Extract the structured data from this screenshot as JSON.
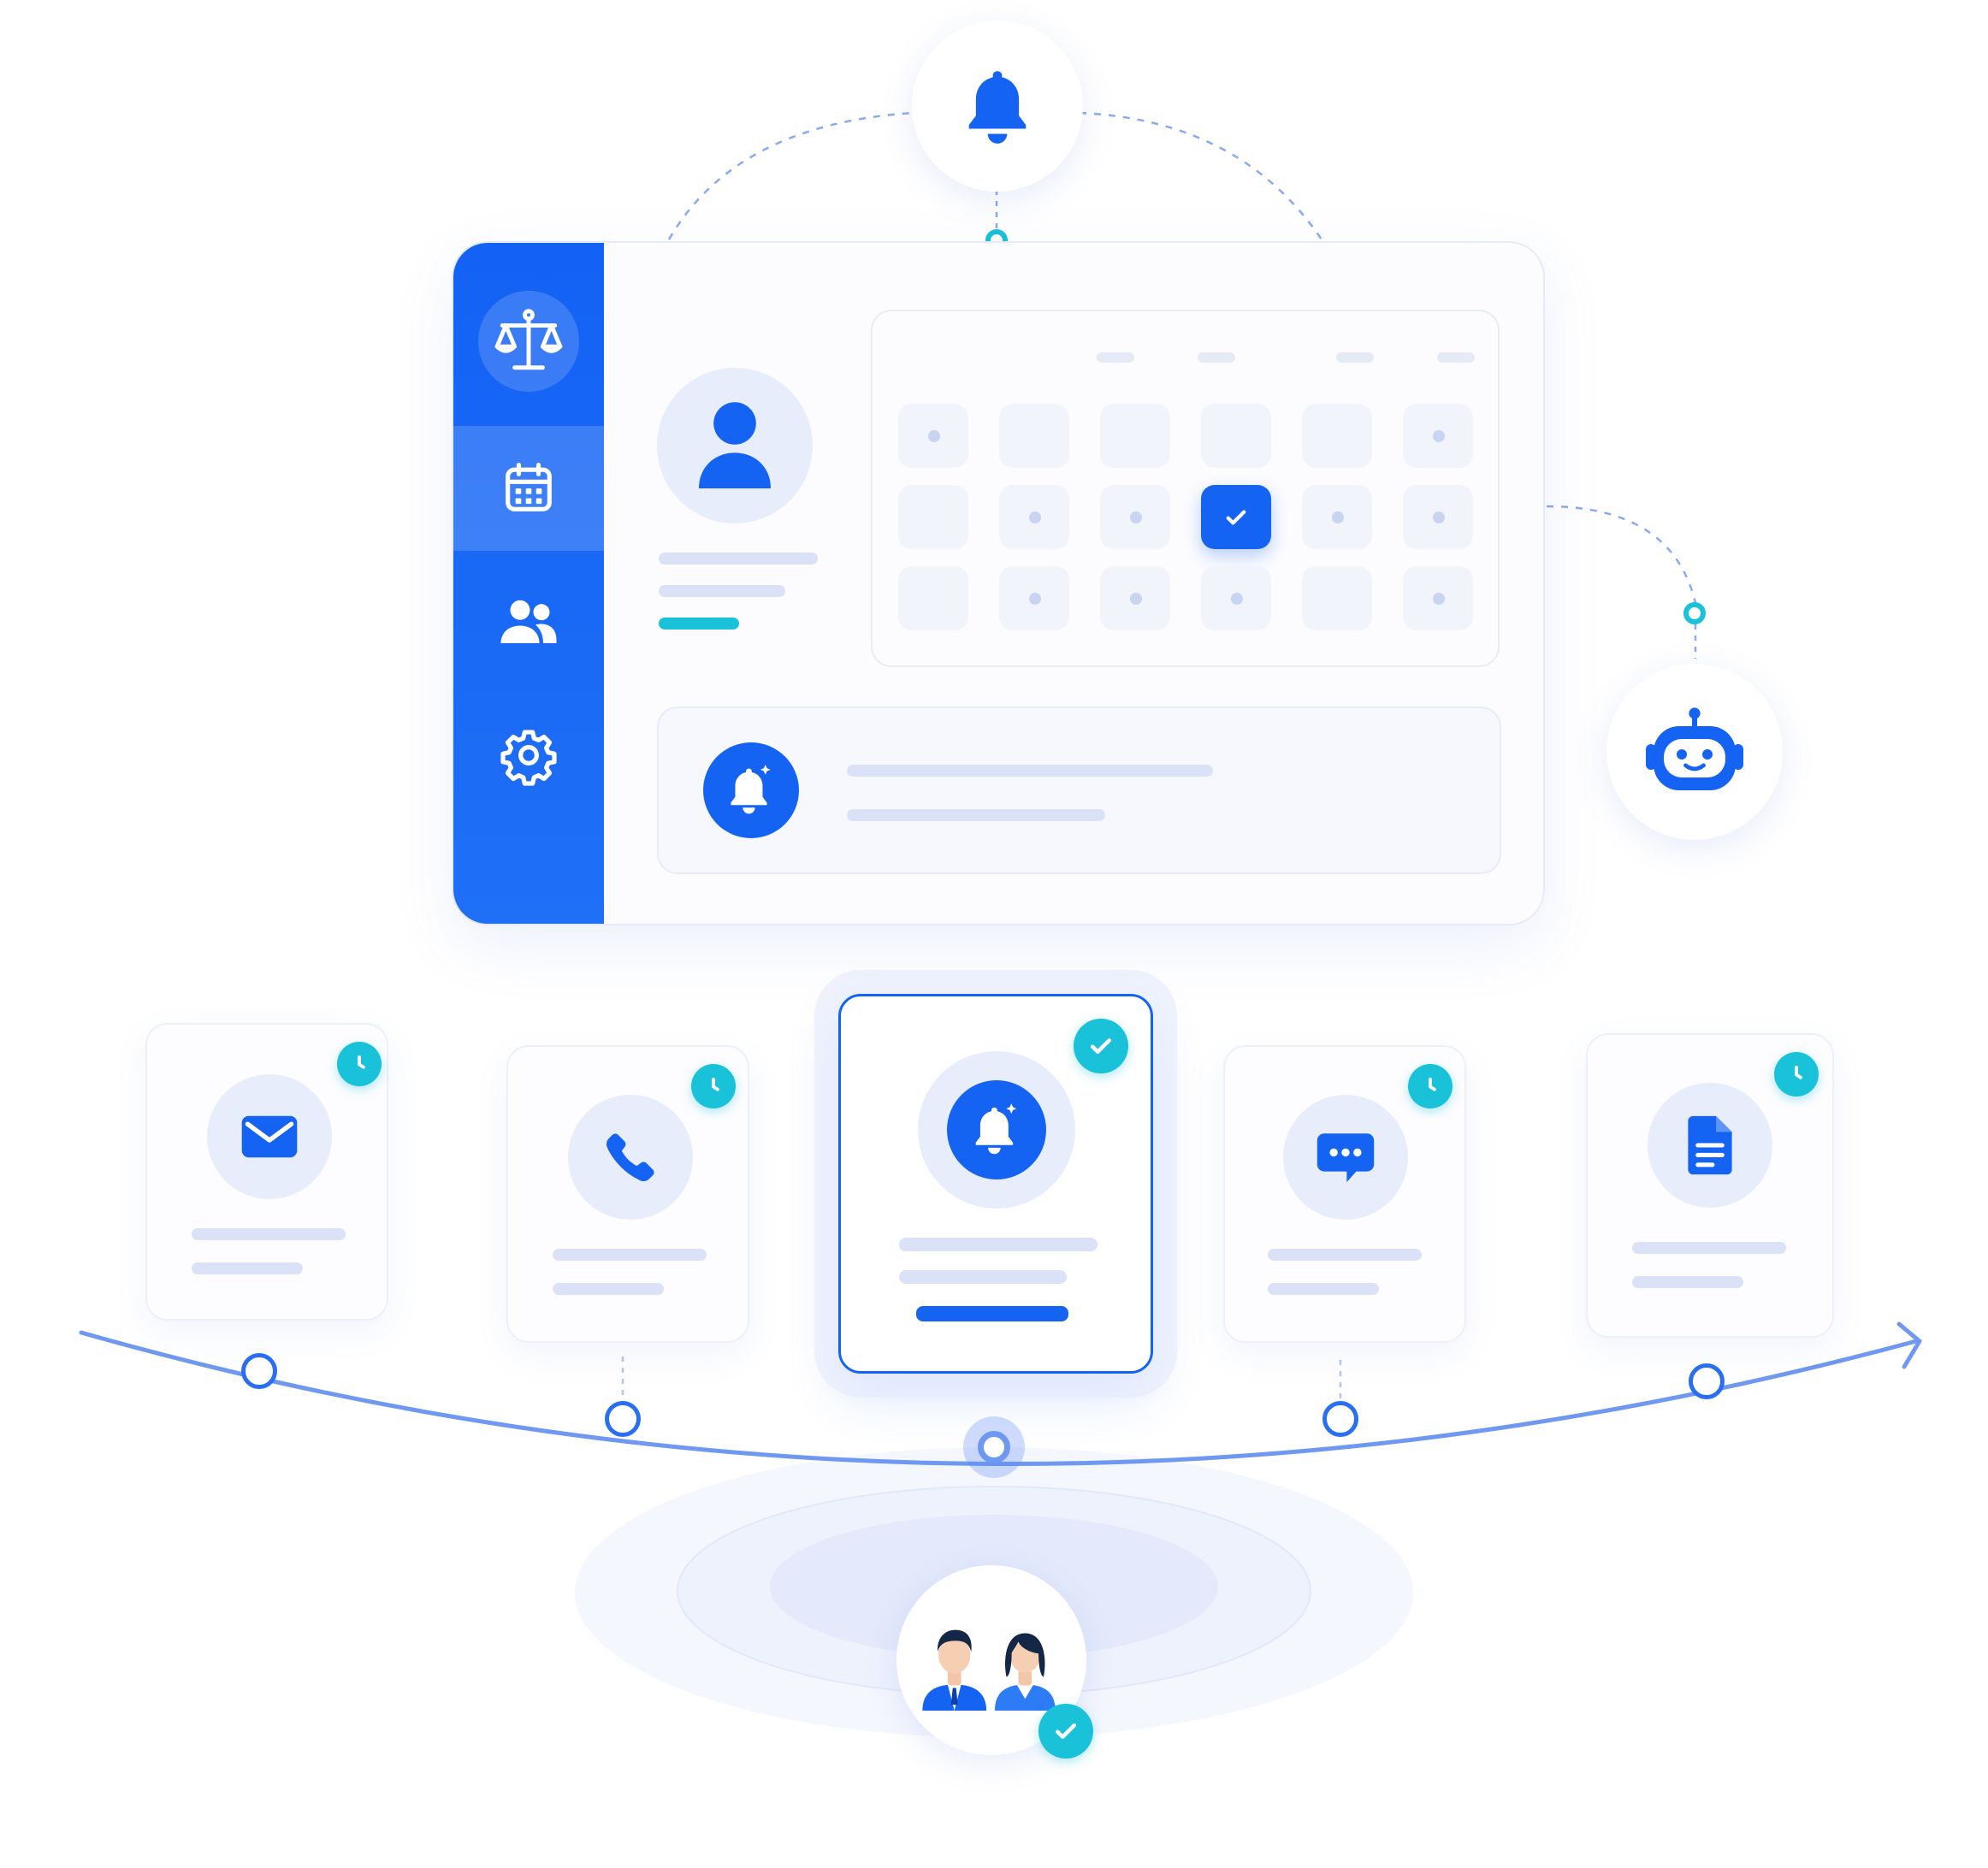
{
  "colors": {
    "primary": "#1463f3",
    "accent": "#19c1d9",
    "soft": "#e8edfb",
    "line": "#6f98f0"
  },
  "header": {
    "icon": "bell-icon",
    "connector": "dashed-line"
  },
  "sidebar": {
    "items": [
      {
        "icon": "scales-of-justice-icon",
        "active": false
      },
      {
        "icon": "calendar-icon",
        "active": true
      },
      {
        "icon": "users-icon",
        "active": false
      },
      {
        "icon": "gear-icon",
        "active": false
      }
    ]
  },
  "profile": {
    "icon": "user-icon",
    "status_color": "#19c1d9"
  },
  "calendar": {
    "rows": 3,
    "columns": 6,
    "selected_cell": {
      "row": 1,
      "column": 3
    },
    "dotted_cells": [
      [
        0,
        0
      ],
      [
        0,
        5
      ],
      [
        1,
        1
      ],
      [
        1,
        2
      ],
      [
        1,
        4
      ],
      [
        1,
        5
      ],
      [
        2,
        1
      ],
      [
        2,
        2
      ],
      [
        2,
        3
      ],
      [
        2,
        5
      ]
    ]
  },
  "notification_panel": {
    "icon": "bell-ringing-icon"
  },
  "assistant": {
    "icon": "robot-icon"
  },
  "channels": [
    {
      "icon": "mail-icon",
      "status": "clock-icon",
      "featured": false
    },
    {
      "icon": "phone-icon",
      "status": "clock-icon",
      "featured": false
    },
    {
      "icon": "bell-ringing-icon",
      "status": "check-icon",
      "featured": true
    },
    {
      "icon": "chat-bubble-icon",
      "status": "clock-icon",
      "featured": false
    },
    {
      "icon": "document-icon",
      "status": "clock-icon",
      "featured": false
    }
  ],
  "timeline": {
    "direction": "arrow-right"
  },
  "recipients": {
    "icon": "couple-avatars-icon",
    "status": "check-icon"
  }
}
